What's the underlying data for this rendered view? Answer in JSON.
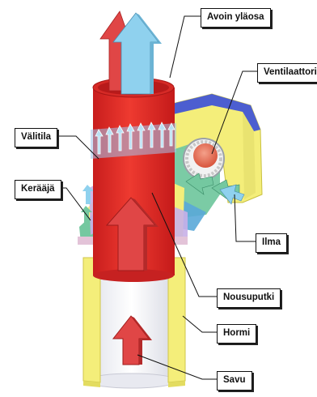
{
  "labels": {
    "avoin_ylaosa": "Avoin yläosa",
    "ventilaattori": "Ventilaattori",
    "valitila": "Välitila",
    "keraaja": "Kerääjä",
    "ilma": "Ilma",
    "nousuputki": "Nousuputki",
    "hormi": "Hormi",
    "savu": "Savu"
  },
  "colors": {
    "riser_red": "#e8322c",
    "arrow_red": "#e04646",
    "arrow_blue": "#8fd1ee",
    "yellow": "#f4ee7a",
    "flue_white": "#f6f6fa",
    "fan_housing_blue": "#4c5ed0",
    "collector_green": "#74c8a0",
    "fan_orange": "#e8735a"
  }
}
